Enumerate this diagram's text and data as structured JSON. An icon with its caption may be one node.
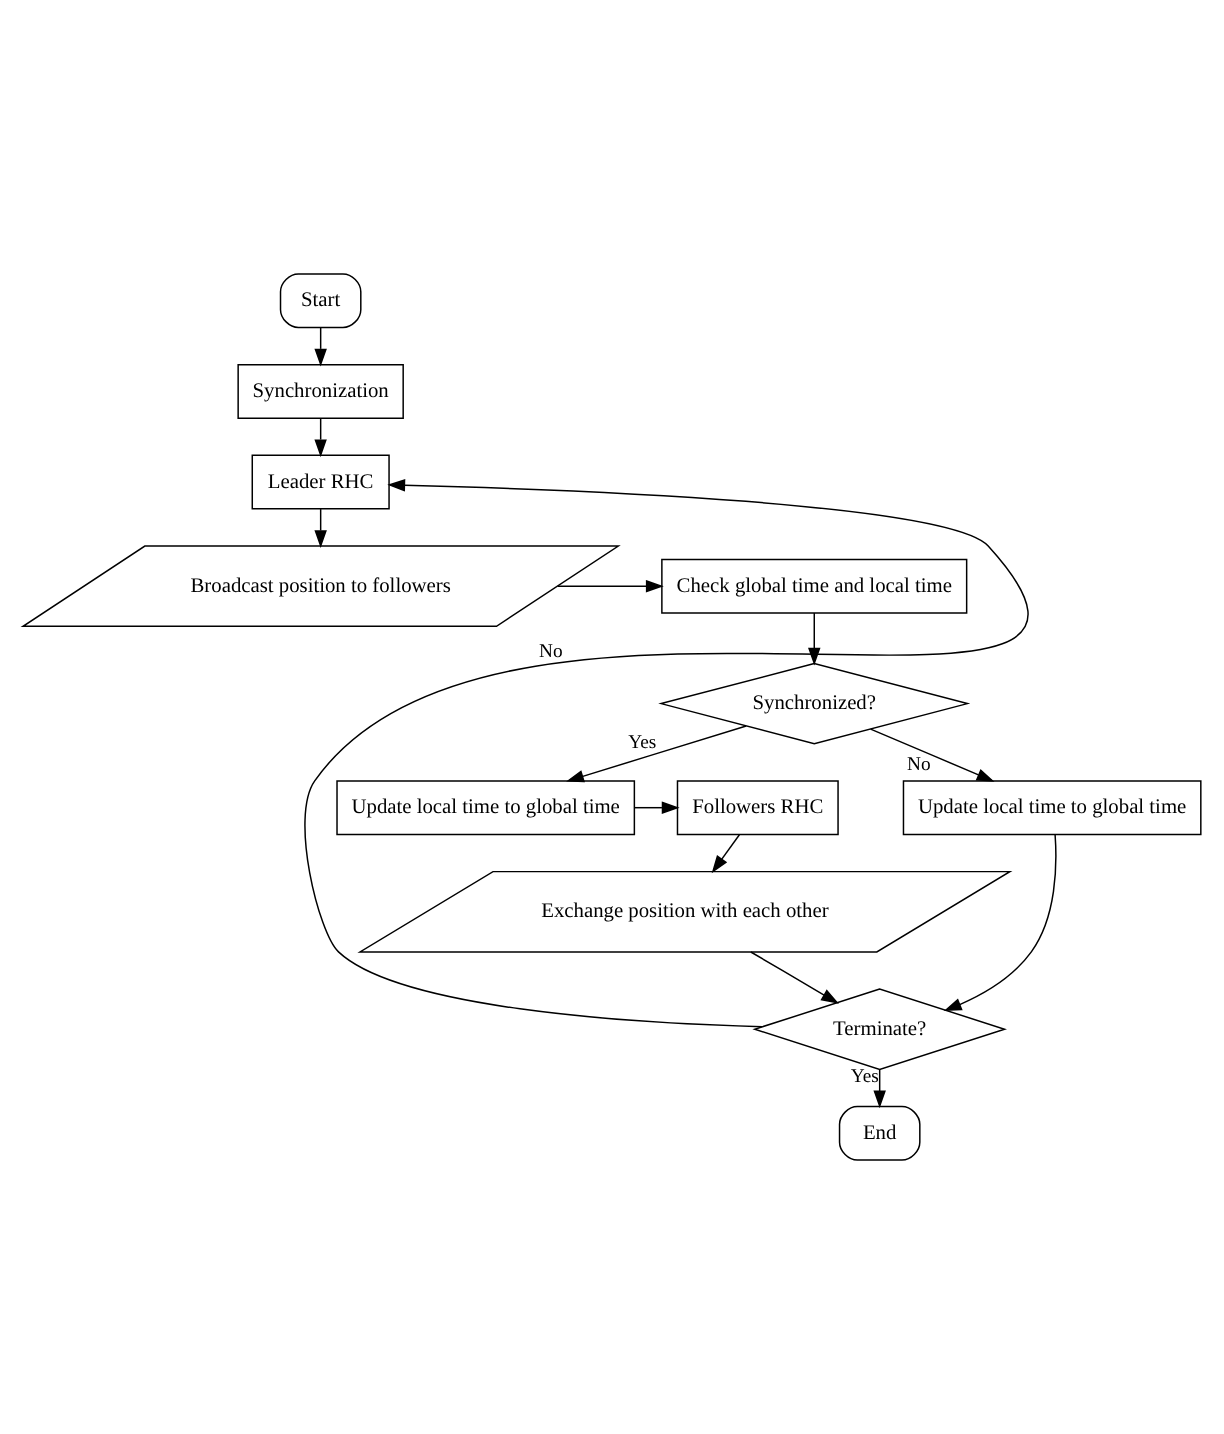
{
  "diagram": {
    "nodes": [
      {
        "text": [
          "Start"
        ]
      },
      {
        "text": [
          "Synchronization"
        ]
      },
      {
        "text": [
          "Leader RHC"
        ]
      },
      {
        "text": [
          "Broadcast position to followers"
        ]
      },
      {
        "text": [
          "Check global time and local time"
        ]
      },
      {
        "text": [
          "Synchronized?"
        ]
      },
      {
        "text": [
          "Update local time to global time"
        ]
      },
      {
        "text": [
          "Followers RHC"
        ]
      },
      {
        "text": [
          "Update local time to global time"
        ]
      },
      {
        "text": [
          "Exchange position with each other"
        ]
      },
      {
        "text": [
          "Terminate?"
        ]
      },
      {
        "text": [
          "End"
        ]
      }
    ],
    "edges": [
      {
        "from": 0,
        "to": 1,
        "arrow": "to"
      },
      {
        "from": 1,
        "to": 2,
        "arrow": "to"
      },
      {
        "from": 2,
        "to": 3,
        "arrow": "to"
      },
      {
        "from": 3,
        "to": 4,
        "arrow": "to"
      },
      {
        "from": 4,
        "to": 5,
        "arrow": "to"
      },
      {
        "from": 5,
        "to": 6,
        "label": "Yes",
        "arrow": "to"
      },
      {
        "from": 5,
        "to": 8,
        "label": "No",
        "arrow": "to"
      },
      {
        "from": 6,
        "to": 7,
        "arrow": "to"
      },
      {
        "from": 7,
        "to": 9,
        "arrow": "to"
      },
      {
        "from": 9,
        "to": 10,
        "arrow": "to"
      },
      {
        "from": 8,
        "to": 10,
        "arrow": "to"
      },
      {
        "from": 10,
        "to": 2,
        "label": "No",
        "arrow": "to"
      },
      {
        "from": 10,
        "to": 11,
        "label": "Yes",
        "arrow": "to"
      }
    ]
  }
}
